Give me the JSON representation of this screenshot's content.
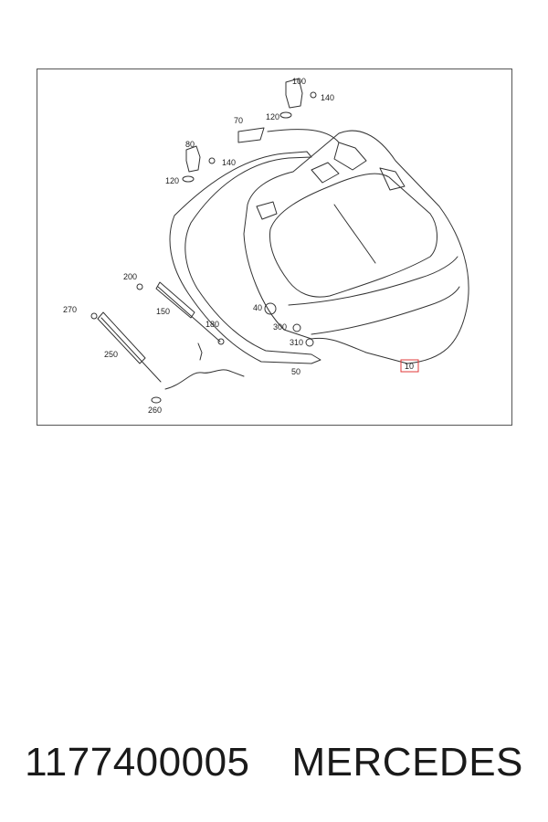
{
  "diagram": {
    "callouts": {
      "c10": "10",
      "c40": "40",
      "c50": "50",
      "c70": "70",
      "c80": "80",
      "c100": "100",
      "c120a": "120",
      "c120b": "120",
      "c140a": "140",
      "c140b": "140",
      "c150": "150",
      "c180": "180",
      "c200": "200",
      "c250": "250",
      "c260": "260",
      "c270": "270",
      "c300": "300",
      "c310": "310"
    },
    "highlight_color": "#e03a3a",
    "line_color": "#333333"
  },
  "caption": {
    "part_number": "1177400005",
    "brand": "MERCEDES"
  }
}
